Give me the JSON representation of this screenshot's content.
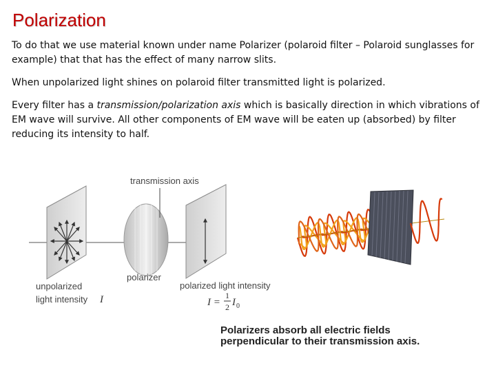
{
  "title": "Polarization",
  "paragraphs": {
    "p1": "To do that we use material known under name Polarizer (polaroid filter – Polaroid sunglasses for example) that that has the effect of many narrow slits.",
    "p2": "When unpolarized light shines on polaroid filter transmitted light is polarized.",
    "p3_before": "Every filter has a ",
    "p3_italic": "transmission/polarization axis",
    "p3_after": " which is basically direction in which vibrations of EM wave will survive. All other components of EM wave will be eaten up (absorbed) by filter reducing its intensity to half."
  },
  "diagram": {
    "transmission_axis": "transmission axis",
    "polarizer": "polarizer",
    "unpolarized_1": "unpolarized",
    "unpolarized_2": "light intensity",
    "unpolarized_symbol": "I",
    "polarized": "polarized light intensity",
    "formula_lhs": "I =",
    "formula_num": "1",
    "formula_den": "2",
    "formula_rhs": "I",
    "formula_sub": "0",
    "caption_1": "Polarizers absorb all electric fields",
    "caption_2": "perpendicular to their transmission axis."
  },
  "colors": {
    "title": "#c00000",
    "wave_orange": "#f2a11c",
    "wave_red": "#d63a0a",
    "filter_dark": "#4b4f5c"
  }
}
